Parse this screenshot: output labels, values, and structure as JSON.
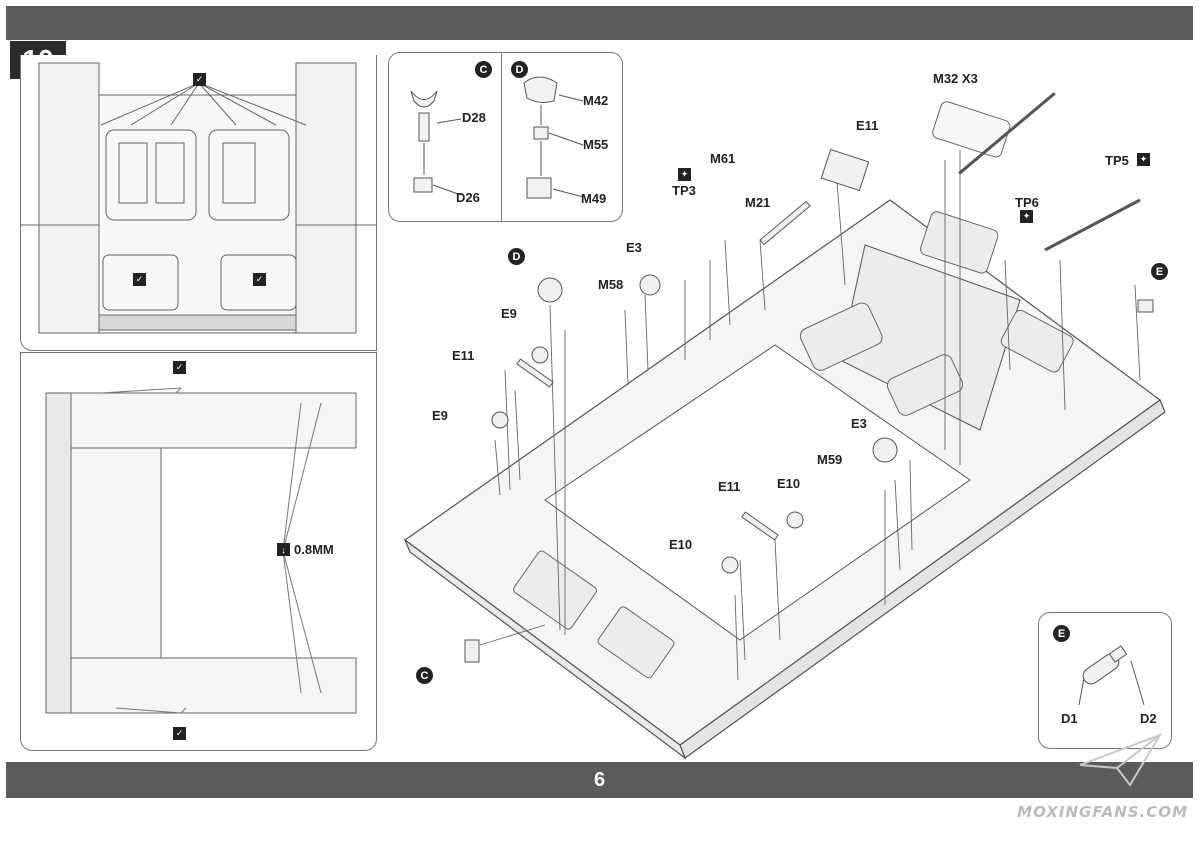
{
  "page": {
    "number": "6",
    "step": "10"
  },
  "box_c": {
    "icon_c": "C",
    "icon_d": "D",
    "parts_c": [
      "D28",
      "D26"
    ],
    "parts_d": [
      "M42",
      "M55",
      "M49"
    ]
  },
  "left_bottom": {
    "measure": "0.8MM"
  },
  "main": {
    "labels": {
      "m32": "M32 X3",
      "e11_top": "E11",
      "tp5": "TP5",
      "tp6": "TP6",
      "m61": "M61",
      "tp3": "TP3",
      "m21": "M21",
      "d_callout": "D",
      "e3_left": "E3",
      "m58": "M58",
      "e9_a": "E9",
      "e11_left": "E11",
      "e9_b": "E9",
      "e3_right": "E3",
      "m59": "M59",
      "e11_bottom": "E11",
      "e10_a": "E10",
      "e10_b": "E10",
      "c_callout": "C",
      "e_callout": "E"
    }
  },
  "box_e": {
    "icon": "E",
    "parts": [
      "D1",
      "D2"
    ]
  },
  "watermark": "MOXINGFANS.COM",
  "icons": [
    "glue-icon",
    "drill-icon",
    "photoetch-icon"
  ]
}
